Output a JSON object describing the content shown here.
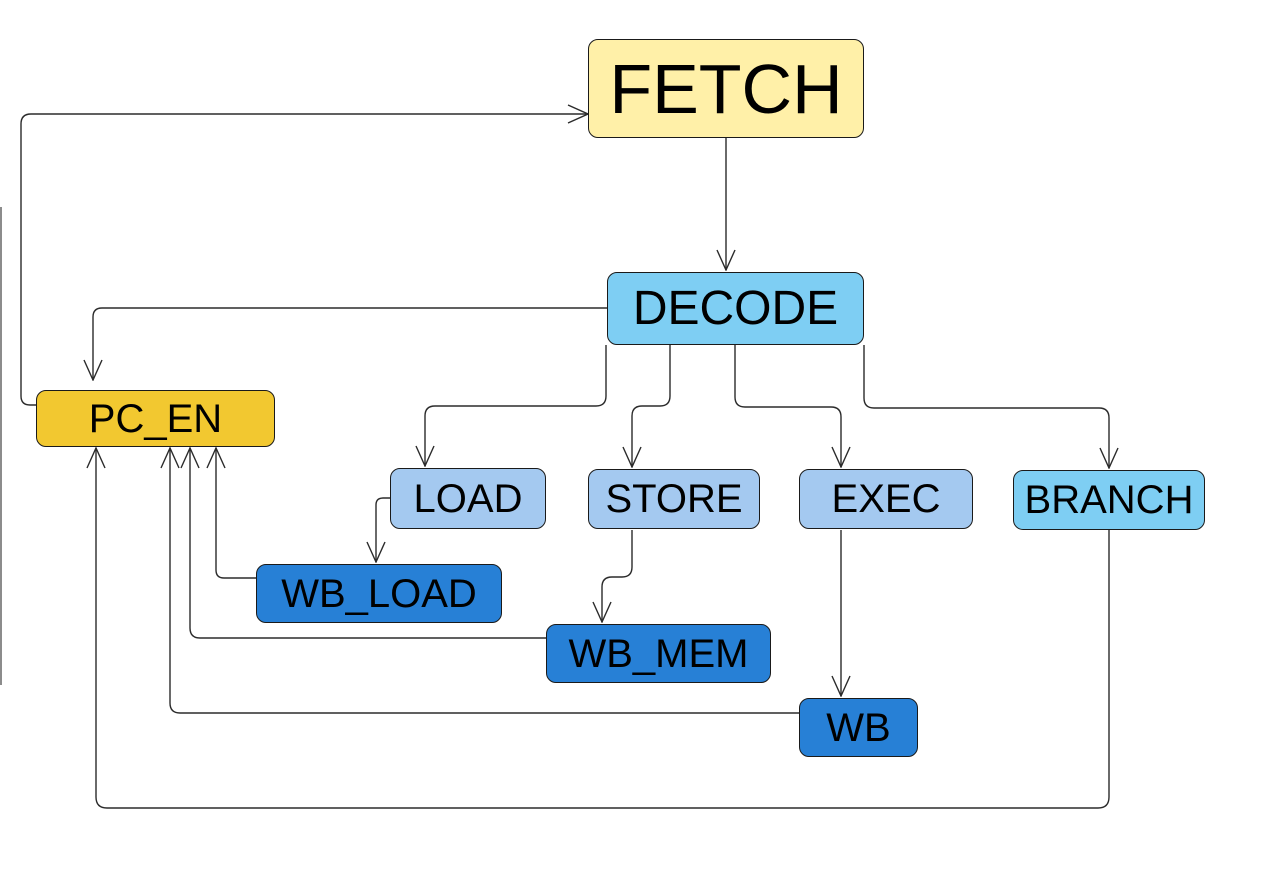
{
  "colors": {
    "fetch": "#FFF0A8",
    "decode": "#7ECEF3",
    "pc_en": "#F2C830",
    "stage": "#A4C9F0",
    "branch": "#7ECEF3",
    "writeback": "#2780D6",
    "edge": "#2b2b2b"
  },
  "nodes": {
    "fetch": "FETCH",
    "decode": "DECODE",
    "pc_en": "PC_EN",
    "load": "LOAD",
    "store": "STORE",
    "exec": "EXEC",
    "branch": "BRANCH",
    "wb_load": "WB_LOAD",
    "wb_mem": "WB_MEM",
    "wb": "WB"
  },
  "edges": [
    {
      "from": "fetch",
      "to": "decode"
    },
    {
      "from": "decode",
      "to": "pc_en"
    },
    {
      "from": "decode",
      "to": "load"
    },
    {
      "from": "decode",
      "to": "store"
    },
    {
      "from": "decode",
      "to": "exec"
    },
    {
      "from": "decode",
      "to": "branch"
    },
    {
      "from": "load",
      "to": "wb_load"
    },
    {
      "from": "store",
      "to": "wb_mem"
    },
    {
      "from": "exec",
      "to": "wb"
    },
    {
      "from": "wb_load",
      "to": "pc_en"
    },
    {
      "from": "wb_mem",
      "to": "pc_en"
    },
    {
      "from": "wb",
      "to": "pc_en"
    },
    {
      "from": "branch",
      "to": "pc_en"
    },
    {
      "from": "pc_en",
      "to": "fetch"
    }
  ]
}
